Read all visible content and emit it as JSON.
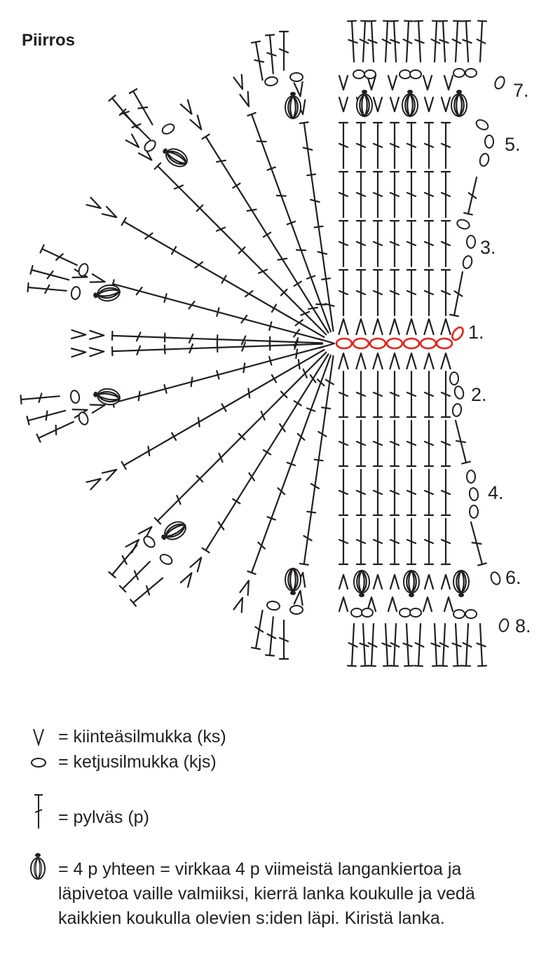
{
  "title": "Piirros",
  "row_labels": [
    "1.",
    "2.",
    "3.",
    "4.",
    "5.",
    "6.",
    "7.",
    "8."
  ],
  "legend": {
    "single_crochet": "= kiinteäsilmukka (ks)",
    "chain": "= ketjusilmukka (kjs)",
    "treble": "= pylväs (p)",
    "four_together": [
      "= 4 p yhteen = virkkaa 4 p viimeistä langankiertoa ja",
      "läpivetoa vaille valmiiksi, kierrä lanka koukulle ja vedä",
      "kaikkien koukulla olevien s:iden läpi. Kiristä lanka."
    ]
  },
  "colors": {
    "ink": "#231f20",
    "highlight_row": "#e2231a"
  },
  "icons": [
    "single-crochet-v-icon",
    "chain-oval-icon",
    "treble-stitch-icon",
    "four-together-cluster-icon"
  ]
}
